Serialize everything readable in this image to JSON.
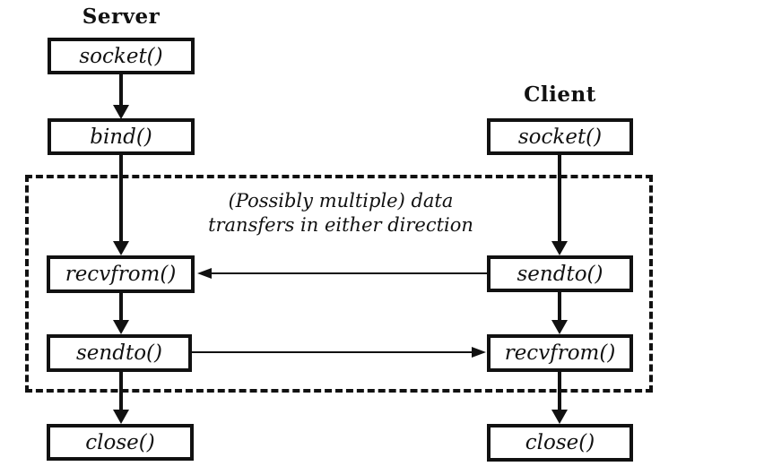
{
  "figure": {
    "server": {
      "title": "Server",
      "steps": {
        "socket": "socket()",
        "bind": "bind()",
        "recvfrom": "recvfrom()",
        "sendto": "sendto()",
        "close": "close()"
      }
    },
    "client": {
      "title": "Client",
      "steps": {
        "socket": "socket()",
        "sendto": "sendto()",
        "recvfrom": "recvfrom()",
        "close": "close()"
      }
    },
    "annotation": {
      "line1": "(Possibly multiple) data",
      "line2": "transfers in either direction"
    },
    "colors": {
      "ink": "#111111",
      "background": "#ffffff"
    }
  }
}
